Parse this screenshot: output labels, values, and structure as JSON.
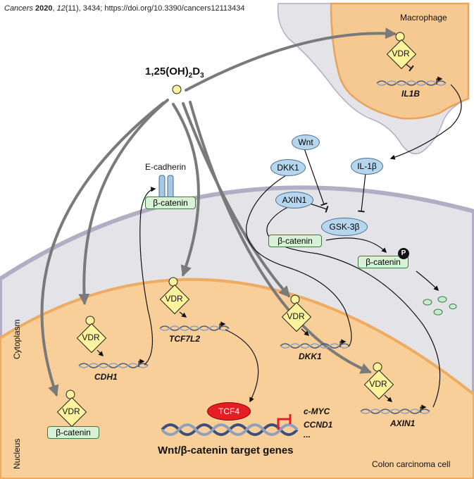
{
  "citation": {
    "journal": "Cancers",
    "year": "2020",
    "volume": "12",
    "issue": "(11)",
    "rest": ", 3434; https://doi.org/10.3390/cancers12113434"
  },
  "ligand": {
    "main": "1,25(OH)",
    "sub1": "2",
    "mid": "D",
    "sub2": "3"
  },
  "compartments": {
    "macrophage": "Macrophage",
    "cell": "Colon carcinoma cell",
    "cytoplasm": "Cytoplasm",
    "nucleus": "Nucleus"
  },
  "receptor": "VDR",
  "membrane": {
    "e_cadherin": "E-cadherin",
    "beta_catenin": "β-catenin"
  },
  "signaling": {
    "wnt": "Wnt",
    "dkk1": "DKK1",
    "il1b": "IL-1β",
    "axin1": "AXIN1",
    "gsk3b": "GSK-3β",
    "beta_catenin": "β-catenin",
    "p_beta_catenin": "β-catenin",
    "phospho": "P"
  },
  "genes": {
    "il1b": "IL1B",
    "cdh1": "CDH1",
    "tcf7l2": "TCF7L2",
    "dkk1": "DKK1",
    "axin1": "AXIN1",
    "cmyc": "c-MYC",
    "ccnd1": "CCND1",
    "ellipsis": "..."
  },
  "nuclear": {
    "tcf4": "TCF4",
    "beta_catenin": "β-catenin",
    "targets": "Wnt/β-catenin target genes"
  },
  "colors": {
    "macrophage": "#f6c892",
    "macrophage_edge": "#e8a45a",
    "cytoplasm": "#e4e3e8",
    "cytoplasm_edge": "#b3adc4",
    "nucleus": "#f8cf98",
    "nucleus_edge": "#edac62",
    "vdr": "#fcf39c",
    "beta_catenin": "#d8f2d8",
    "signal": "#b6d6ee",
    "tcf4": "#e31e24",
    "arrow": "#7a7a7a"
  }
}
